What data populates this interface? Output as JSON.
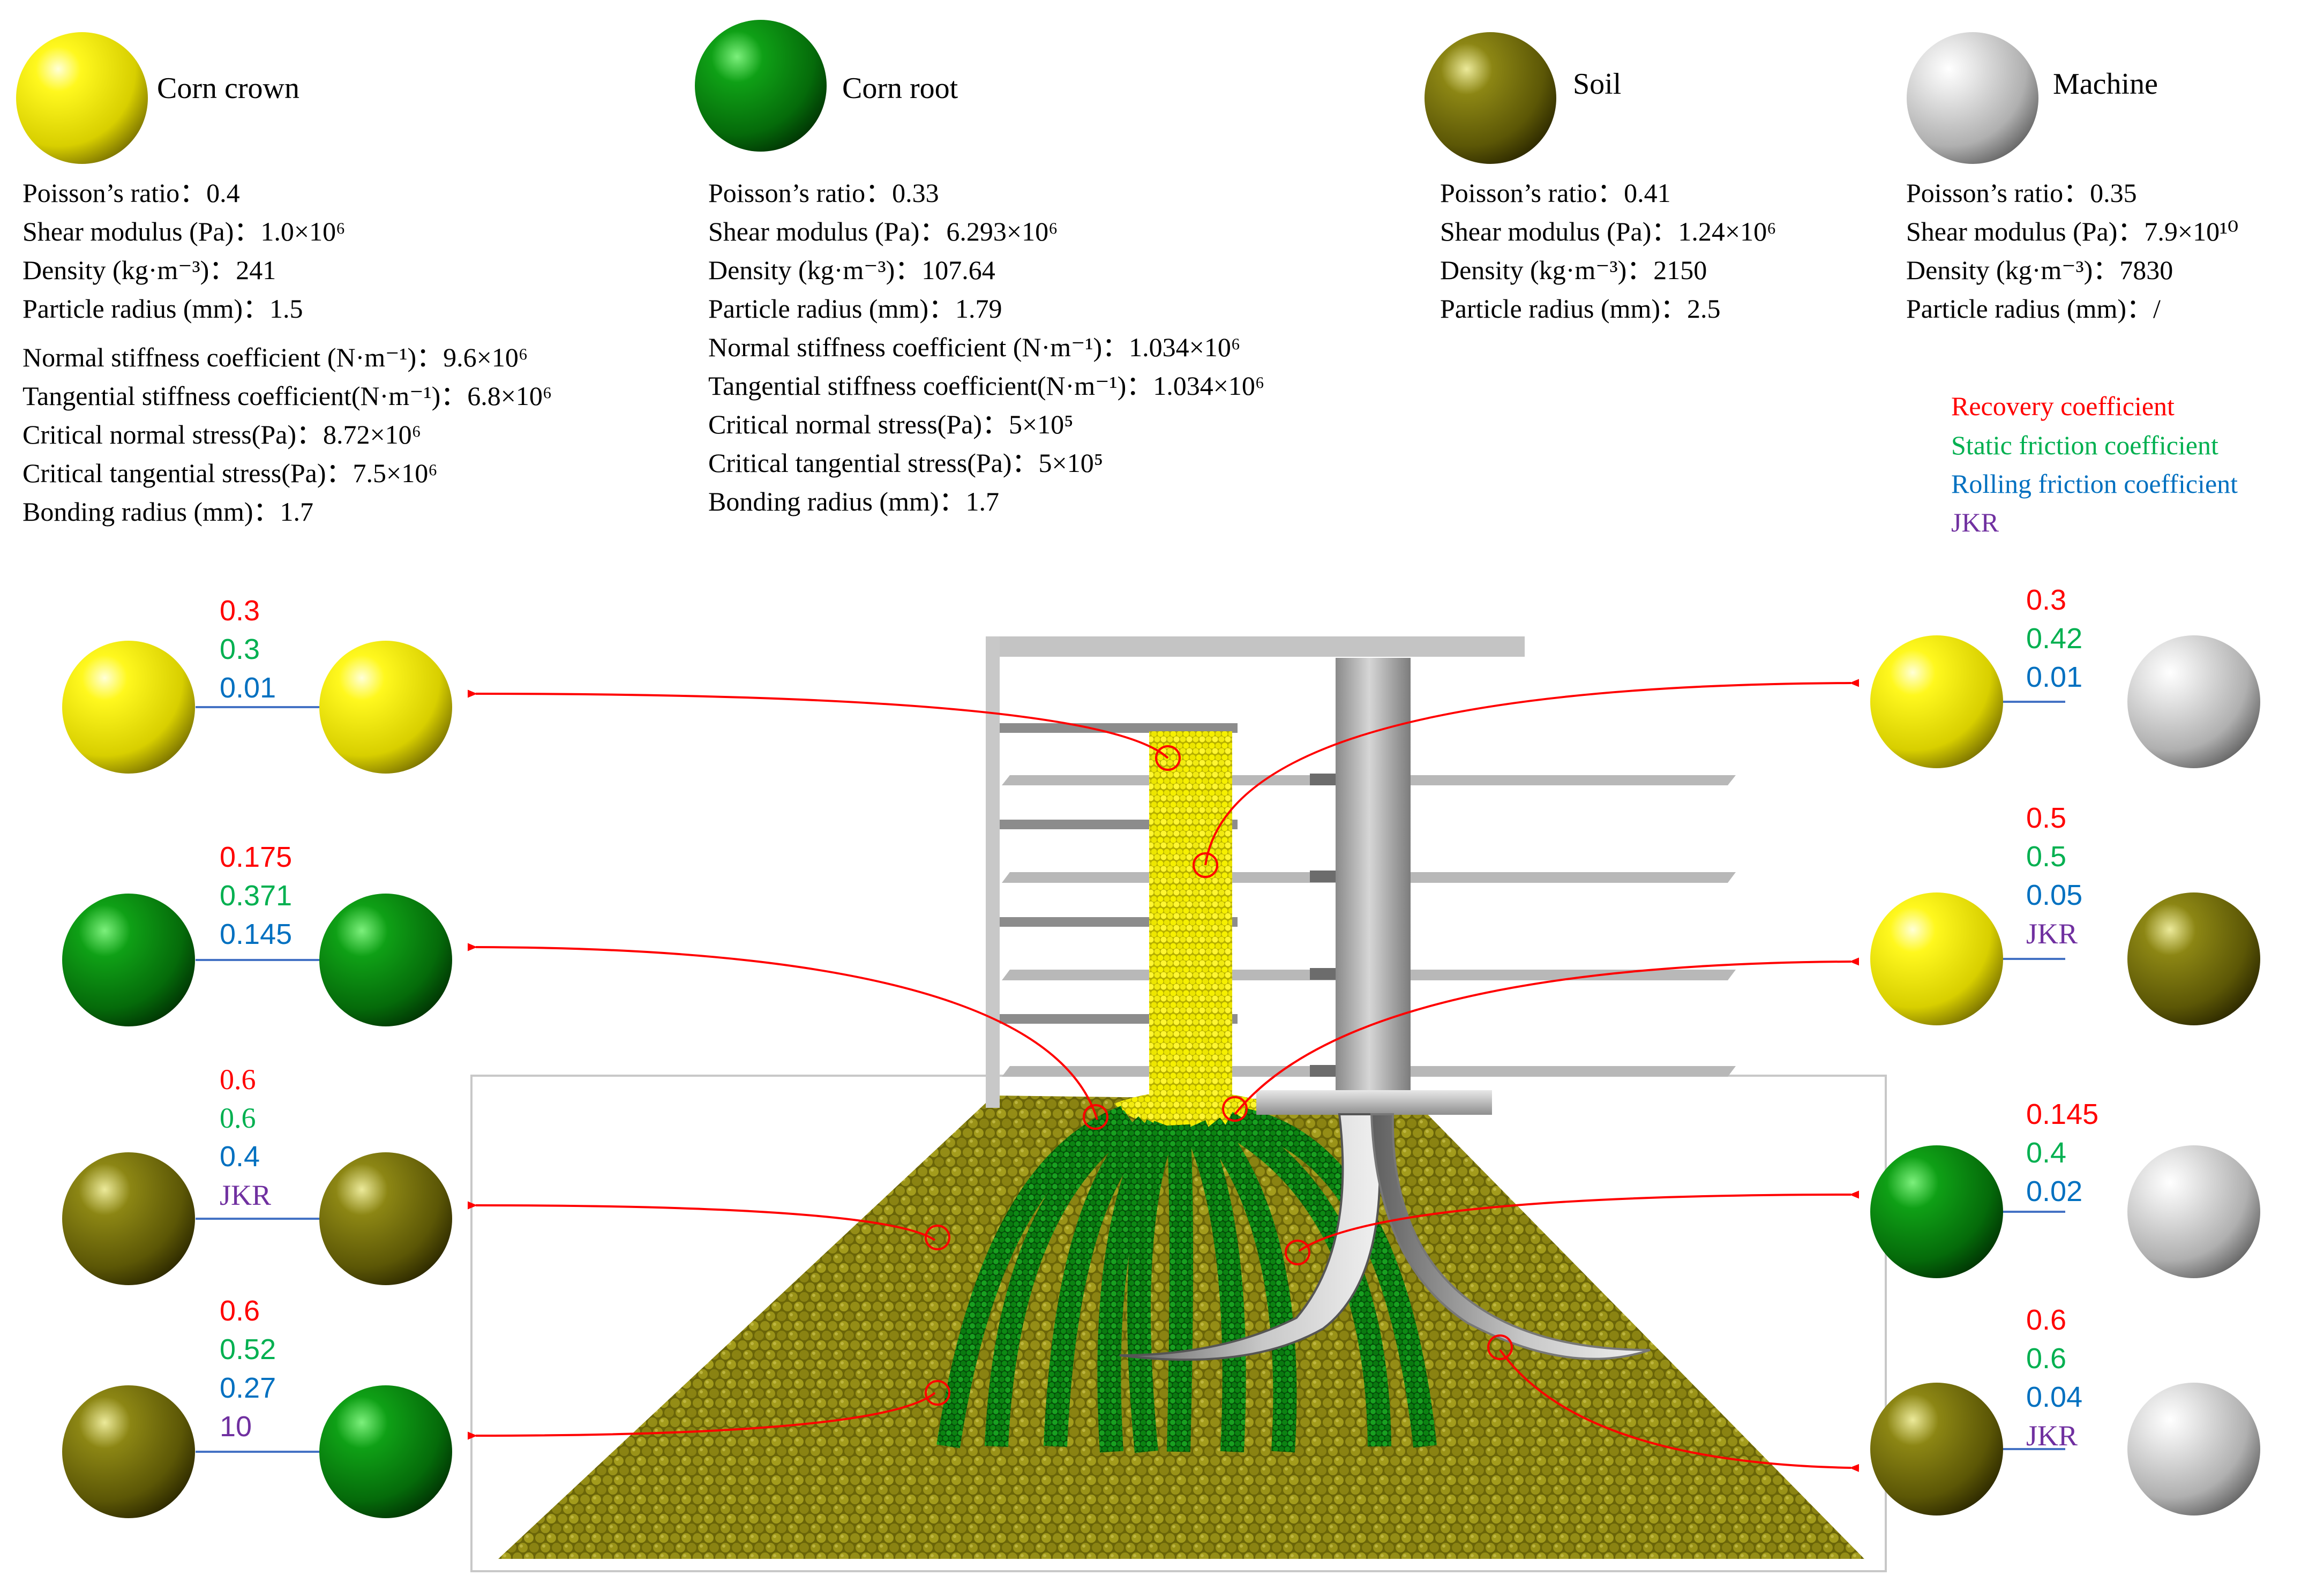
{
  "materials": [
    {
      "name": "Corn crown",
      "color": "#f2ec12",
      "params": [
        "Poisson’s ratio：0.4",
        "Shear modulus (Pa)：1.0×10⁶",
        "Density (kg·m⁻³)：241",
        "Particle radius (mm)：1.5",
        "Normal stiffness coefficient (N·m⁻¹)：9.6×10⁶",
        "Tangential stiffness coefficient(N·m⁻¹)：6.8×10⁶",
        "Critical normal stress(Pa)：8.72×10⁶",
        "Critical tangential stress(Pa)：7.5×10⁶",
        "Bonding radius (mm)：1.7"
      ]
    },
    {
      "name": "Corn root",
      "color": "#0b7d12",
      "params": [
        "Poisson’s ratio：0.33",
        "Shear modulus (Pa)：6.293×10⁶",
        "Density (kg·m⁻³)：107.64",
        "Particle radius (mm)：1.79",
        "Normal stiffness coefficient (N·m⁻¹)：1.034×10⁶",
        "Tangential stiffness coefficient(N·m⁻¹)：1.034×10⁶",
        "Critical normal stress(Pa)：5×10⁵",
        "Critical tangential stress(Pa)：5×10⁵",
        "Bonding radius (mm)：1.7"
      ]
    },
    {
      "name": "Soil",
      "color": "#6f6a08",
      "params": [
        "Poisson’s ratio：0.41",
        "Shear modulus (Pa)：1.24×10⁶",
        "Density (kg·m⁻³)：2150",
        "Particle radius (mm)：2.5"
      ]
    },
    {
      "name": "Machine",
      "color": "#c8c8c8",
      "params": [
        "Poisson’s ratio：0.35",
        "Shear modulus (Pa)：7.9×10¹⁰",
        "Density (kg·m⁻³)：7830",
        "Particle radius (mm)：/"
      ]
    }
  ],
  "legend": [
    {
      "label": "Recovery coefficient",
      "color": "#ff0000"
    },
    {
      "label": "Static friction coefficient",
      "color": "#00b050"
    },
    {
      "label": "Rolling friction coefficient",
      "color": "#0070c0"
    },
    {
      "label": "JKR",
      "color": "#7030a0"
    }
  ],
  "pairs": [
    {
      "left": "Corn crown",
      "right": "Corn crown",
      "values": [
        "0.3",
        "0.3",
        "0.01"
      ]
    },
    {
      "left": "Corn root",
      "right": "Corn root",
      "values": [
        "0.175",
        "0.371",
        "0.145"
      ]
    },
    {
      "left": "Soil",
      "right": "Soil",
      "values": [
        "0.6",
        "0.6",
        "0.4",
        "JKR"
      ]
    },
    {
      "left": "Soil",
      "right": "Corn root",
      "values": [
        "0.6",
        "0.52",
        "0.27",
        "10"
      ]
    },
    {
      "left": "Corn crown",
      "right": "Machine",
      "values": [
        "0.3",
        "0.42",
        "0.01"
      ]
    },
    {
      "left": "Corn crown",
      "right": "Soil",
      "values": [
        "0.5",
        "0.5",
        "0.05",
        "JKR"
      ]
    },
    {
      "left": "Corn root",
      "right": "Machine",
      "values": [
        "0.145",
        "0.4",
        "0.02"
      ]
    },
    {
      "left": "Soil",
      "right": "Machine",
      "values": [
        "0.6",
        "0.6",
        "0.04",
        "JKR"
      ]
    }
  ]
}
